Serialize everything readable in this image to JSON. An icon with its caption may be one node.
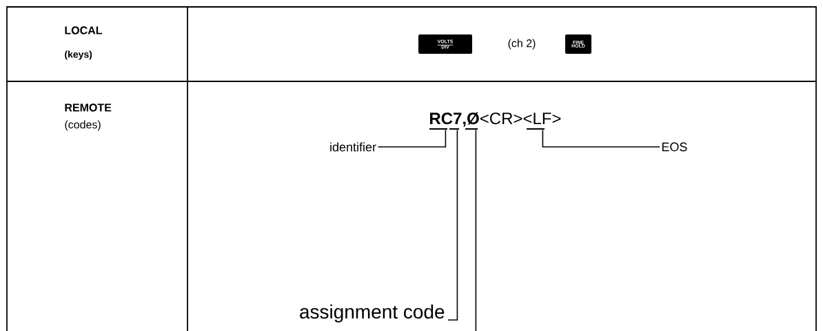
{
  "diagram": {
    "nodes": [
      {
        "text": [
          "VOLTS",
          "DIV"
        ]
      },
      {
        "text": [
          "FINE",
          "HOLD"
        ]
      },
      {
        "text": [],
        "shape": "bar"
      },
      {
        "text": [],
        "shape": "bar"
      },
      {
        "text": [],
        "shape": "bar"
      },
      {
        "text": [],
        "shape": "bar"
      },
      {
        "text": [
          "identifier"
        ]
      },
      {
        "text": [
          "assignment code"
        ]
      },
      {
        "text": [
          "EOS"
        ]
      }
    ],
    "edges": [
      {
        "from": 6,
        "to": 2,
        "arrow": "none"
      },
      {
        "from": 7,
        "to": 3,
        "arrow": "none"
      },
      {
        "from": 4,
        "to": null,
        "arrow": "none"
      },
      {
        "from": 8,
        "to": 5,
        "arrow": "none"
      }
    ],
    "labels": [
      "LOCAL",
      "(keys)",
      "(ch 2)",
      "REMOTE",
      "(codes)",
      "**RC7,Ø**<CR><LF>"
    ]
  }
}
